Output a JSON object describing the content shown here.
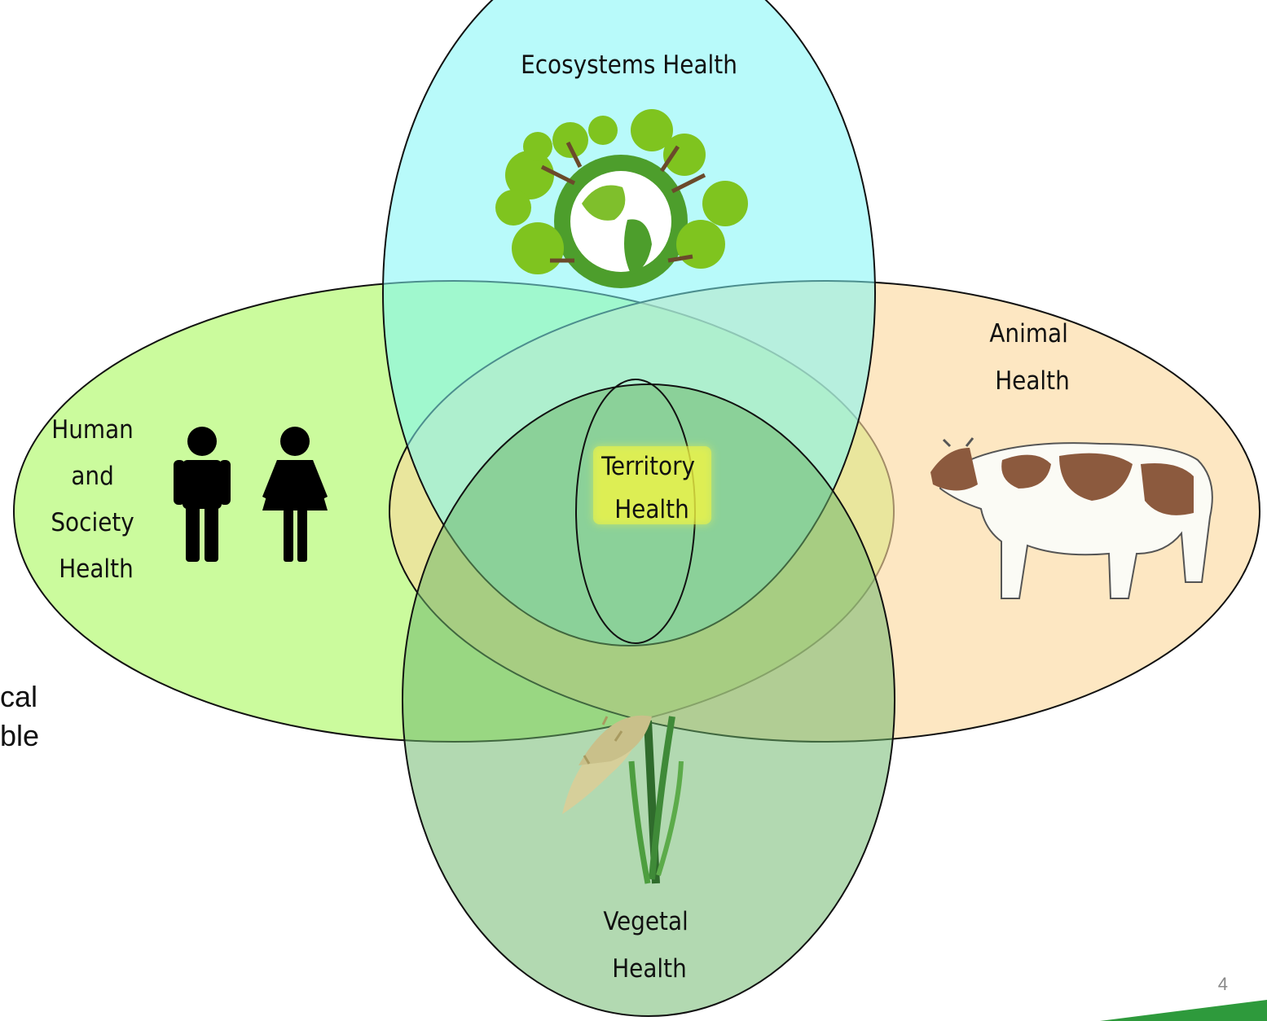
{
  "diagram": {
    "circles": [
      {
        "id": "ecosystems",
        "label_lines": [
          "Ecosystems Health"
        ],
        "color": "#a6fbfb",
        "icon": "globe-with-trees-icon"
      },
      {
        "id": "human",
        "label_lines": [
          "Human",
          "and",
          "Society",
          "Health"
        ],
        "color": "#c7fb95",
        "icon": "man-woman-icon"
      },
      {
        "id": "animal",
        "label_lines": [
          "Animal",
          "Health"
        ],
        "color": "#fde0b3",
        "icon": "cow-icon"
      },
      {
        "id": "vegetal",
        "label_lines": [
          "Vegetal",
          "Health"
        ],
        "color": "#9ed09c",
        "icon": "rice-plant-icon"
      },
      {
        "id": "territory",
        "label_lines": [
          "Territory",
          "Health"
        ],
        "highlight": "#f2f542",
        "color": "#7dcf8d"
      }
    ]
  },
  "cut_text": [
    "cal",
    "ble"
  ],
  "page_number": "4",
  "accent_color": "#2e9a3c"
}
